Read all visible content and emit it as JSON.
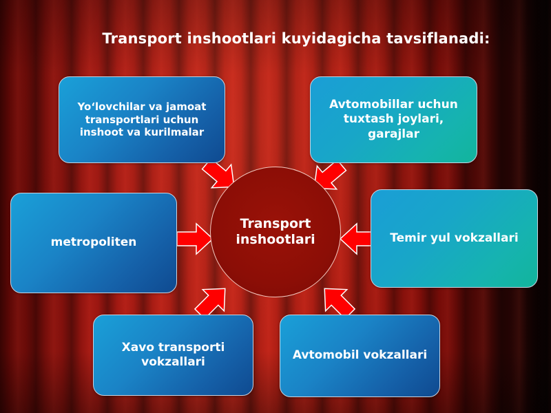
{
  "title": "Transport inshootlari kuyidagicha tavsiflanadi:",
  "center": {
    "label": "Transport inshootlari"
  },
  "boxes": [
    {
      "label": "Yo‘lovchilar va jamoat transportlari uchun inshoot va kurilmalar"
    },
    {
      "label": "Avtomobillar uchun tuxtash joylari, garajlar"
    },
    {
      "label": "metropoliten"
    },
    {
      "label": "Temir yul vokzallari"
    },
    {
      "label": "Xavo transporti vokzallari"
    },
    {
      "label": "Avtomobil vokzallari"
    }
  ],
  "colors": {
    "arrow": "#ff0000",
    "box_blue": "#1a83c6",
    "box_teal": "#12b59c",
    "circle": "#8c0e06",
    "background": "#b01c12"
  }
}
